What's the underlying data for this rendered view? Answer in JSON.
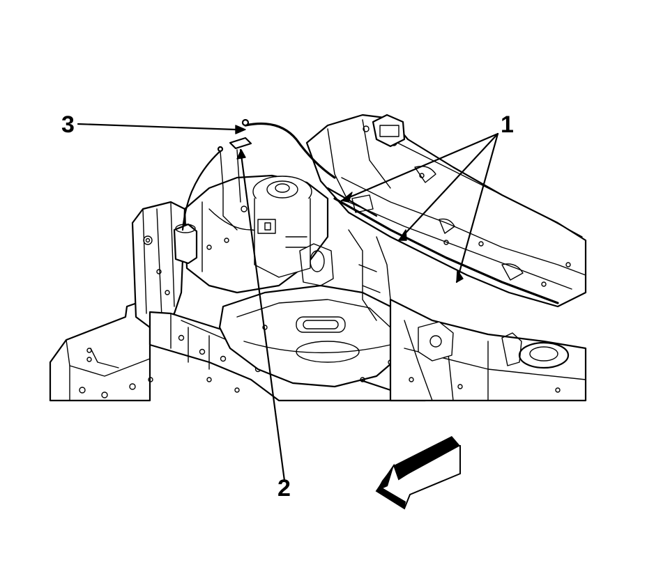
{
  "diagram": {
    "callouts": [
      {
        "id": "1",
        "label": "1"
      },
      {
        "id": "2",
        "label": "2"
      },
      {
        "id": "3",
        "label": "3"
      }
    ],
    "icons": {
      "view_direction": "direction-arrow-icon"
    },
    "colors": {
      "ink": "#000000",
      "background": "#ffffff"
    }
  }
}
